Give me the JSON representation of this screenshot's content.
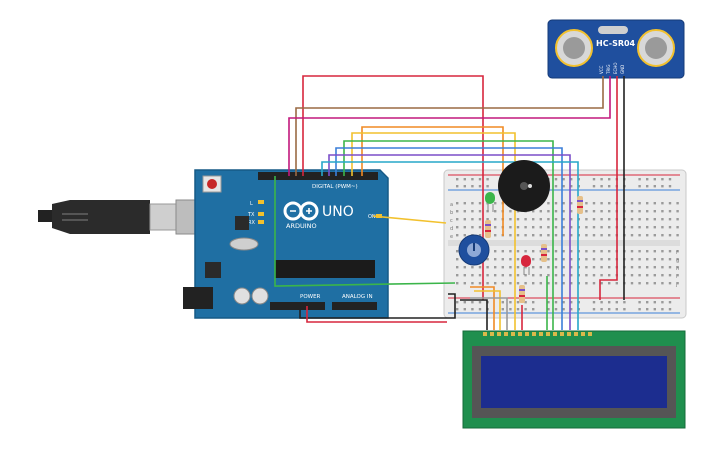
{
  "canvas": {
    "background": "#ffffff"
  },
  "arduino": {
    "logo_text": "ARDUINO",
    "model": "UNO",
    "header_digital": "DIGITAL (PWM~)",
    "header_power": "POWER",
    "header_analog": "ANALOG IN",
    "pin_tx": "TX",
    "pin_rx": "RX",
    "pin_l": "L",
    "pin_on": "ON",
    "board_color": "#1f6fa3"
  },
  "sensor": {
    "label": "HC-SR04",
    "pins": [
      "VCC",
      "TRIG",
      "ECHO",
      "GND"
    ],
    "board_color": "#1f4f9e"
  },
  "lcd": {
    "board_color": "#1f8f4e",
    "screen_color": "#1c2d8f"
  },
  "breadboard": {
    "rows_left": [
      "a",
      "b",
      "c",
      "d",
      "e"
    ],
    "rows_right": [
      "f",
      "g",
      "h",
      "i",
      "j"
    ]
  },
  "wire_colors": {
    "red": "#d7263d",
    "brown": "#9a6a44",
    "magenta": "#c2187d",
    "orange": "#f08a24",
    "yellow": "#f2c12e",
    "green": "#3bb54a",
    "blue": "#3b7fd9",
    "purple": "#7b4fc9",
    "cyan": "#27a7c9",
    "black": "#222222",
    "gray": "#9a9a9a"
  }
}
